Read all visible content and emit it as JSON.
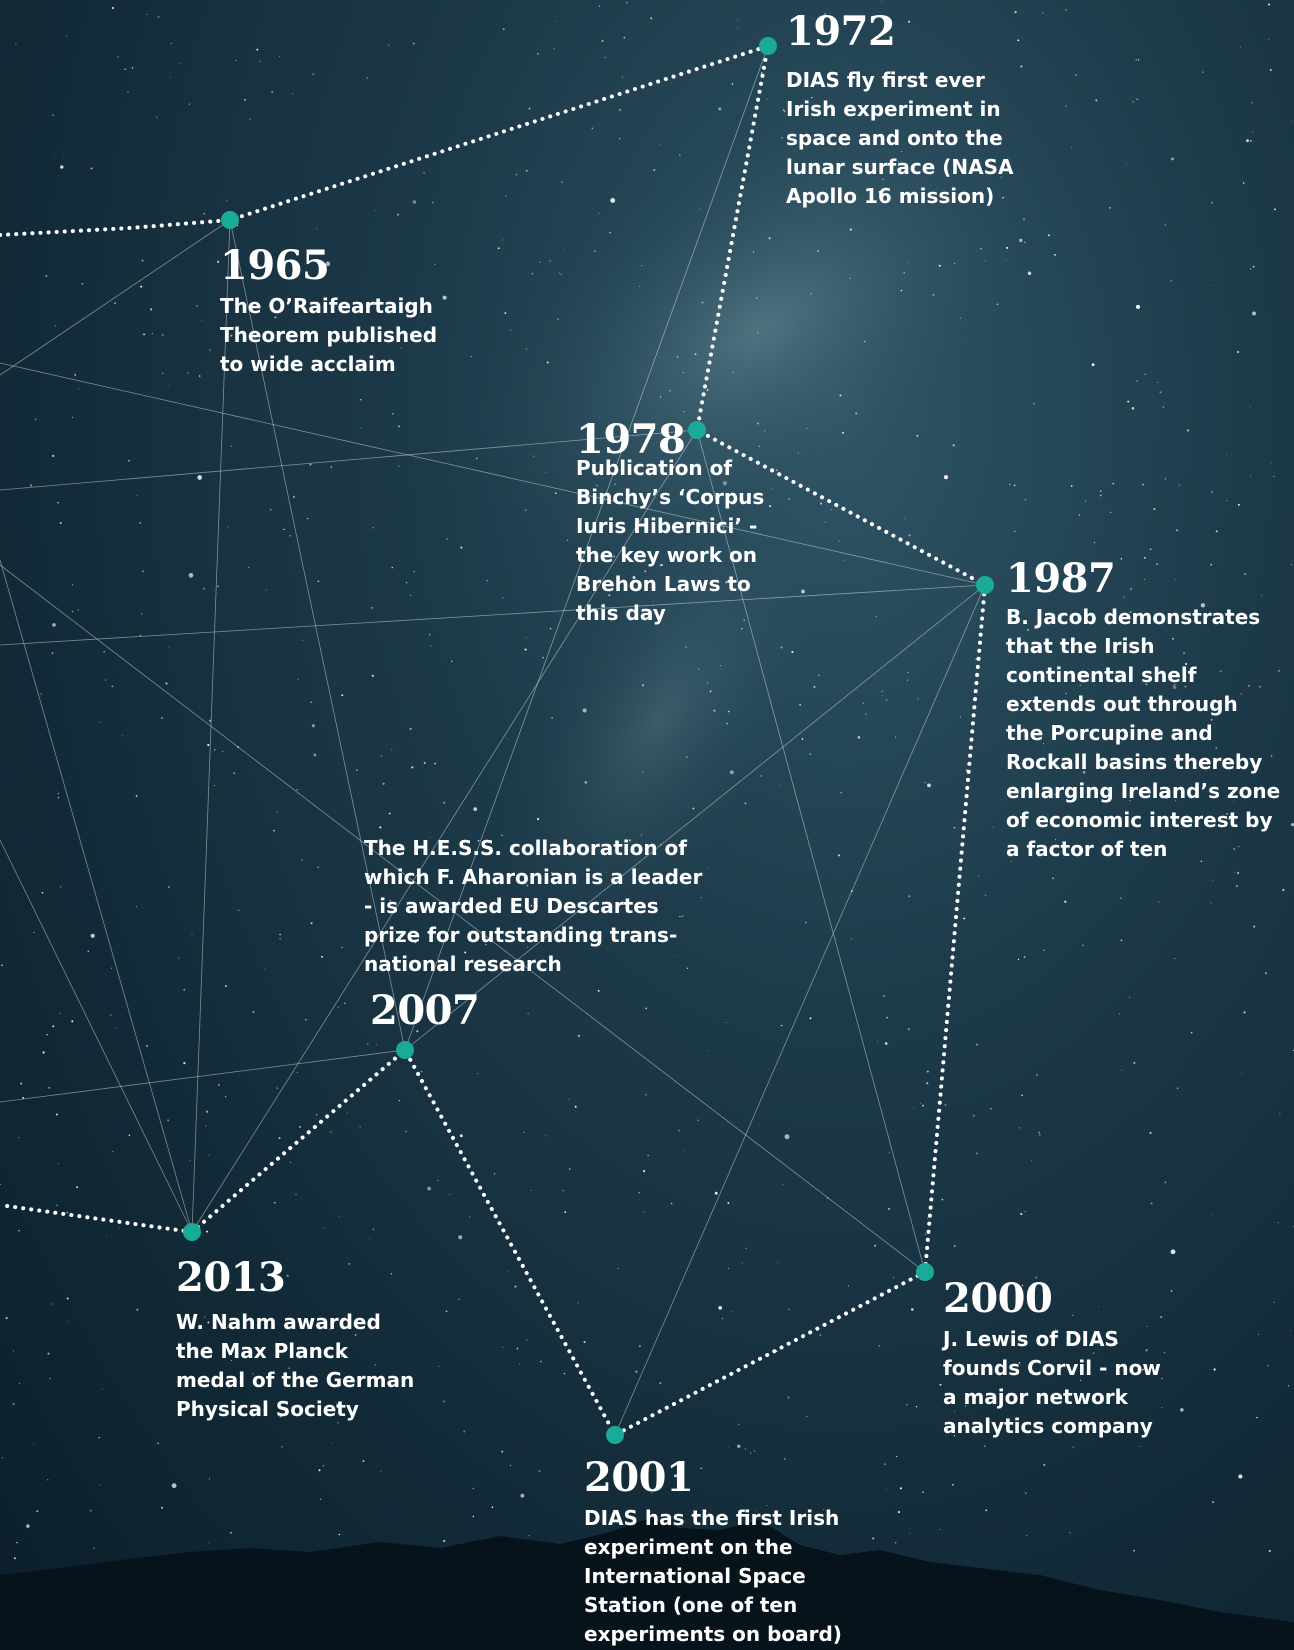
{
  "theme": {
    "accent": "#1aaa98",
    "text": "#ffffff",
    "sky_top": "#2f5566",
    "sky_bottom": "#0c1f2a",
    "mountains": "#07131b"
  },
  "events": [
    {
      "year": "1972",
      "text": "DIAS fly first ever\nIrish experiment in\nspace and onto the\nlunar surface (NASA\nApollo 16 mission)"
    },
    {
      "year": "1965",
      "text": "The O’Raifeartaigh\nTheorem published\nto wide acclaim"
    },
    {
      "year": "1978",
      "text": "Publication of\nBinchy’s ‘Corpus\nIuris Hibernici’ -\nthe key work on\nBrehon Laws to\nthis day"
    },
    {
      "year": "1987",
      "text": "B. Jacob demonstrates\nthat the Irish\ncontinental shelf\nextends out through\nthe Porcupine and\nRockall basins thereby\nenlarging Ireland’s zone\nof economic interest by\na factor of ten"
    },
    {
      "year": "2007",
      "text": "The H.E.S.S. collaboration of\nwhich F. Aharonian is a leader\n- is awarded EU Descartes\n prize for outstanding trans-\n national research"
    },
    {
      "year": "2013",
      "text": "W. Nahm awarded\nthe Max Planck\nmedal of the German\nPhysical Society"
    },
    {
      "year": "2000",
      "text": "J. Lewis of DIAS\nfounds Corvil - now\na major network\nanalytics company"
    },
    {
      "year": "2001",
      "text": "DIAS has the first Irish\nexperiment on the\nInternational Space\nStation (one of ten\nexperiments on board)"
    }
  ]
}
